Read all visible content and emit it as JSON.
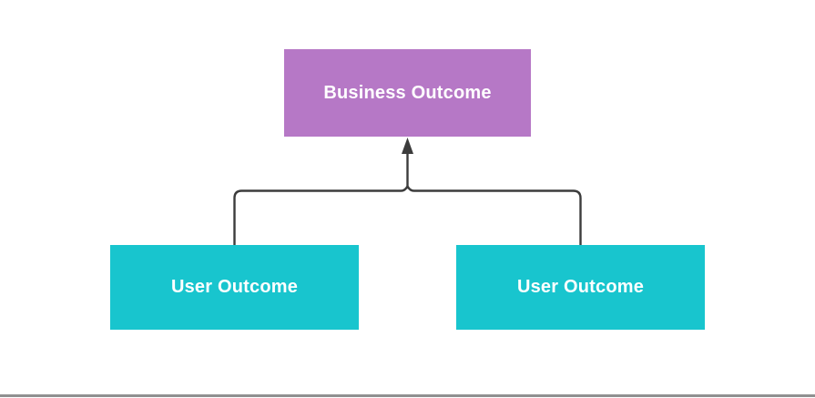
{
  "diagram": {
    "nodes": [
      {
        "id": "business-outcome",
        "label": "Business Outcome",
        "fill": "#b678c6",
        "text_color": "#ffffff"
      },
      {
        "id": "user-outcome-left",
        "label": "User Outcome",
        "fill": "#18c5ce",
        "text_color": "#ffffff"
      },
      {
        "id": "user-outcome-right",
        "label": "User Outcome",
        "fill": "#18c5ce",
        "text_color": "#ffffff"
      }
    ],
    "edges": [
      {
        "from": "user-outcome-left",
        "to": "business-outcome",
        "style": "elbow",
        "arrow": "up"
      },
      {
        "from": "user-outcome-right",
        "to": "business-outcome",
        "style": "elbow",
        "arrow": "up"
      }
    ],
    "connector_color": "#3c3c3c",
    "divider_color": "#909090",
    "background": "#ffffff"
  }
}
